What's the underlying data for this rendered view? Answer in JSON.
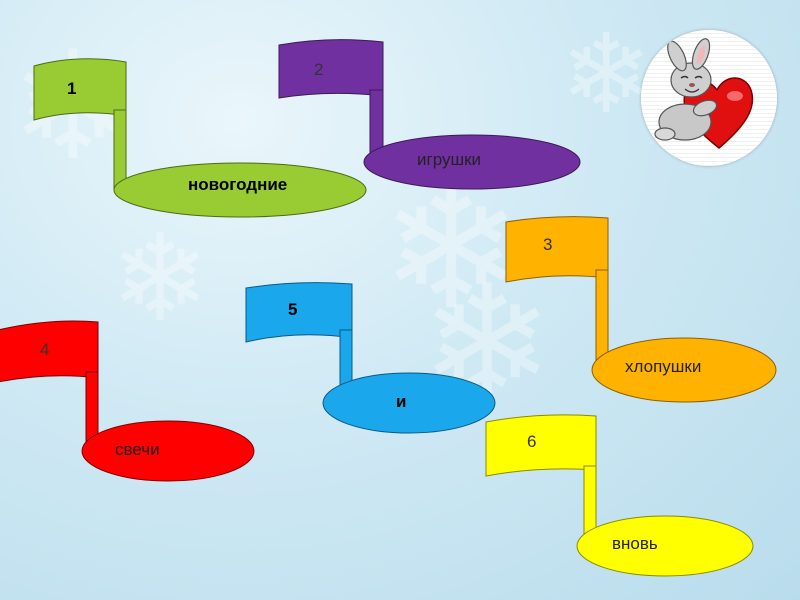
{
  "notes": [
    {
      "number": "1",
      "word": "новогодние",
      "color": "#99cc33"
    },
    {
      "number": "2",
      "word": "игрушки",
      "color": "#7030a0"
    },
    {
      "number": "3",
      "word": "хлопушки",
      "color": "#ffb300"
    },
    {
      "number": "4",
      "word": "свечи",
      "color": "#ff0000"
    },
    {
      "number": "5",
      "word": "и",
      "color": "#1aa7ec"
    },
    {
      "number": "6",
      "word": "вновь",
      "color": "#ffff00"
    }
  ],
  "badge": {
    "icon": "bunny-with-heart-icon"
  }
}
